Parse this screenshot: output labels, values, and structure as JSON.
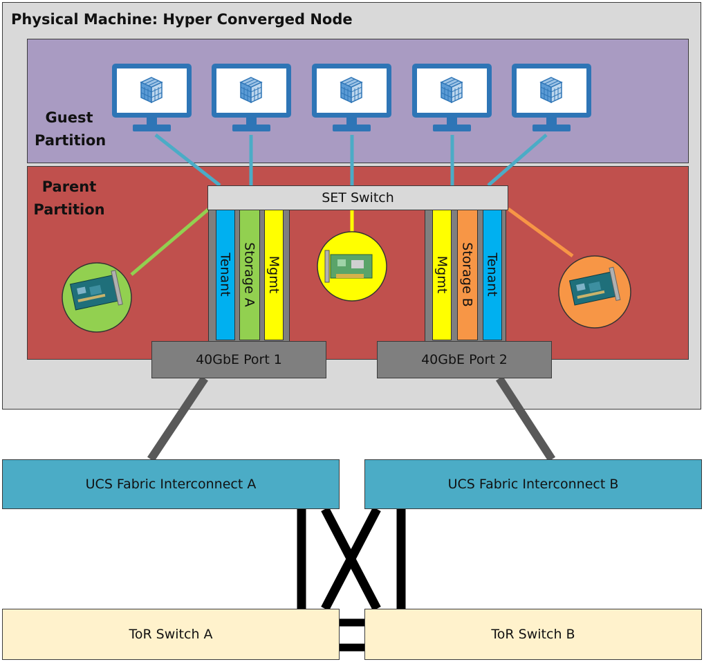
{
  "physical": {
    "title": "Physical Machine: Hyper Converged Node"
  },
  "guest": {
    "title_line1": "Guest",
    "title_line2": "Partition",
    "vm_count": 5
  },
  "parent": {
    "title_line1": "Parent",
    "title_line2": "Partition"
  },
  "set_switch": {
    "label": "SET Switch"
  },
  "port1": {
    "label": "40GbE Port 1",
    "vnics": [
      {
        "label": "Tenant",
        "color": "#00b0f0"
      },
      {
        "label": "Storage A",
        "color": "#92d050"
      },
      {
        "label": "Mgmt",
        "color": "#ffff00"
      }
    ]
  },
  "port2": {
    "label": "40GbE Port 2",
    "vnics": [
      {
        "label": "Mgmt",
        "color": "#ffff00"
      },
      {
        "label": "Storage B",
        "color": "#f79646"
      },
      {
        "label": "Tenant",
        "color": "#00b0f0"
      }
    ]
  },
  "nic_icons": [
    {
      "name": "green-nic-card-icon",
      "color": "#92d050"
    },
    {
      "name": "yellow-nic-card-icon",
      "color": "#ffff00"
    },
    {
      "name": "orange-nic-card-icon",
      "color": "#f79646"
    }
  ],
  "fabric_a": {
    "label": "UCS Fabric Interconnect A"
  },
  "fabric_b": {
    "label": "UCS Fabric Interconnect B"
  },
  "tor_a": {
    "label": "ToR Switch A"
  },
  "tor_b": {
    "label": "ToR Switch B"
  },
  "colors": {
    "physical_bg": "#d9d9d9",
    "guest_bg": "#a99bc2",
    "parent_bg": "#c0504d",
    "vm_link": "#4bacc6",
    "uplink": "#595959",
    "fabric": "#4bacc6",
    "tor": "#fff2cc"
  }
}
